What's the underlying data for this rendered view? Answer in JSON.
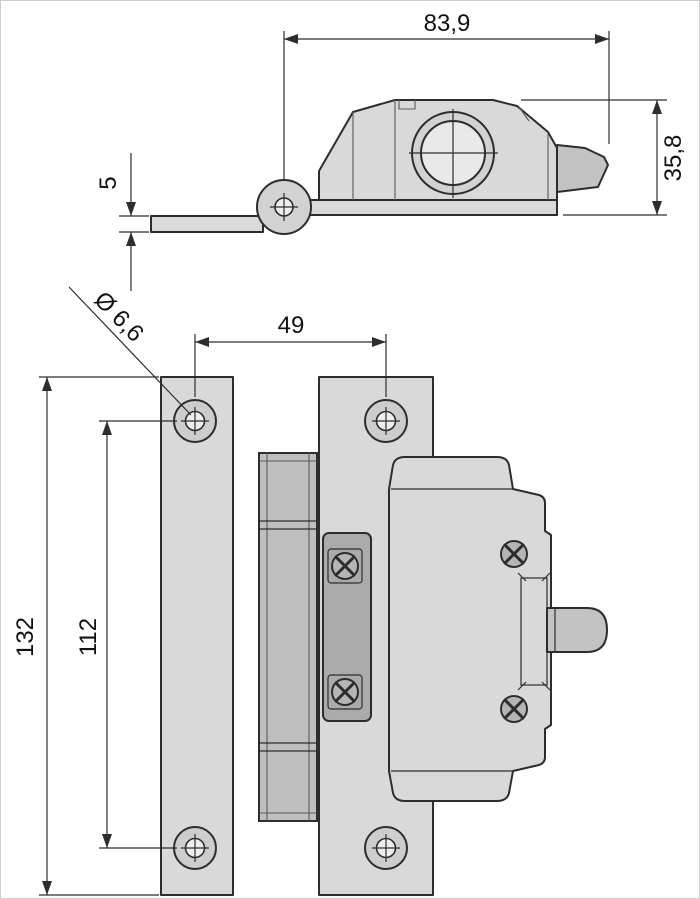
{
  "drawing": {
    "kind": "technical-drawing",
    "subject": "hinge-latch",
    "views": {
      "top": "side-profile-view",
      "front": "front-view"
    }
  },
  "dimensions": {
    "top_width": "83,9",
    "side_height": "35,8",
    "plate_thickness": "5",
    "hole_spacing_h": "49",
    "hole_diameter": "Ø 6,6",
    "overall_height": "132",
    "hole_spacing_v": "112"
  },
  "colors": {
    "line": "#2d2d2d",
    "fill_light": "#d9d9d9",
    "fill_mid": "#c3c3c3",
    "fill_dark": "#ababab",
    "background": "#ffffff"
  }
}
